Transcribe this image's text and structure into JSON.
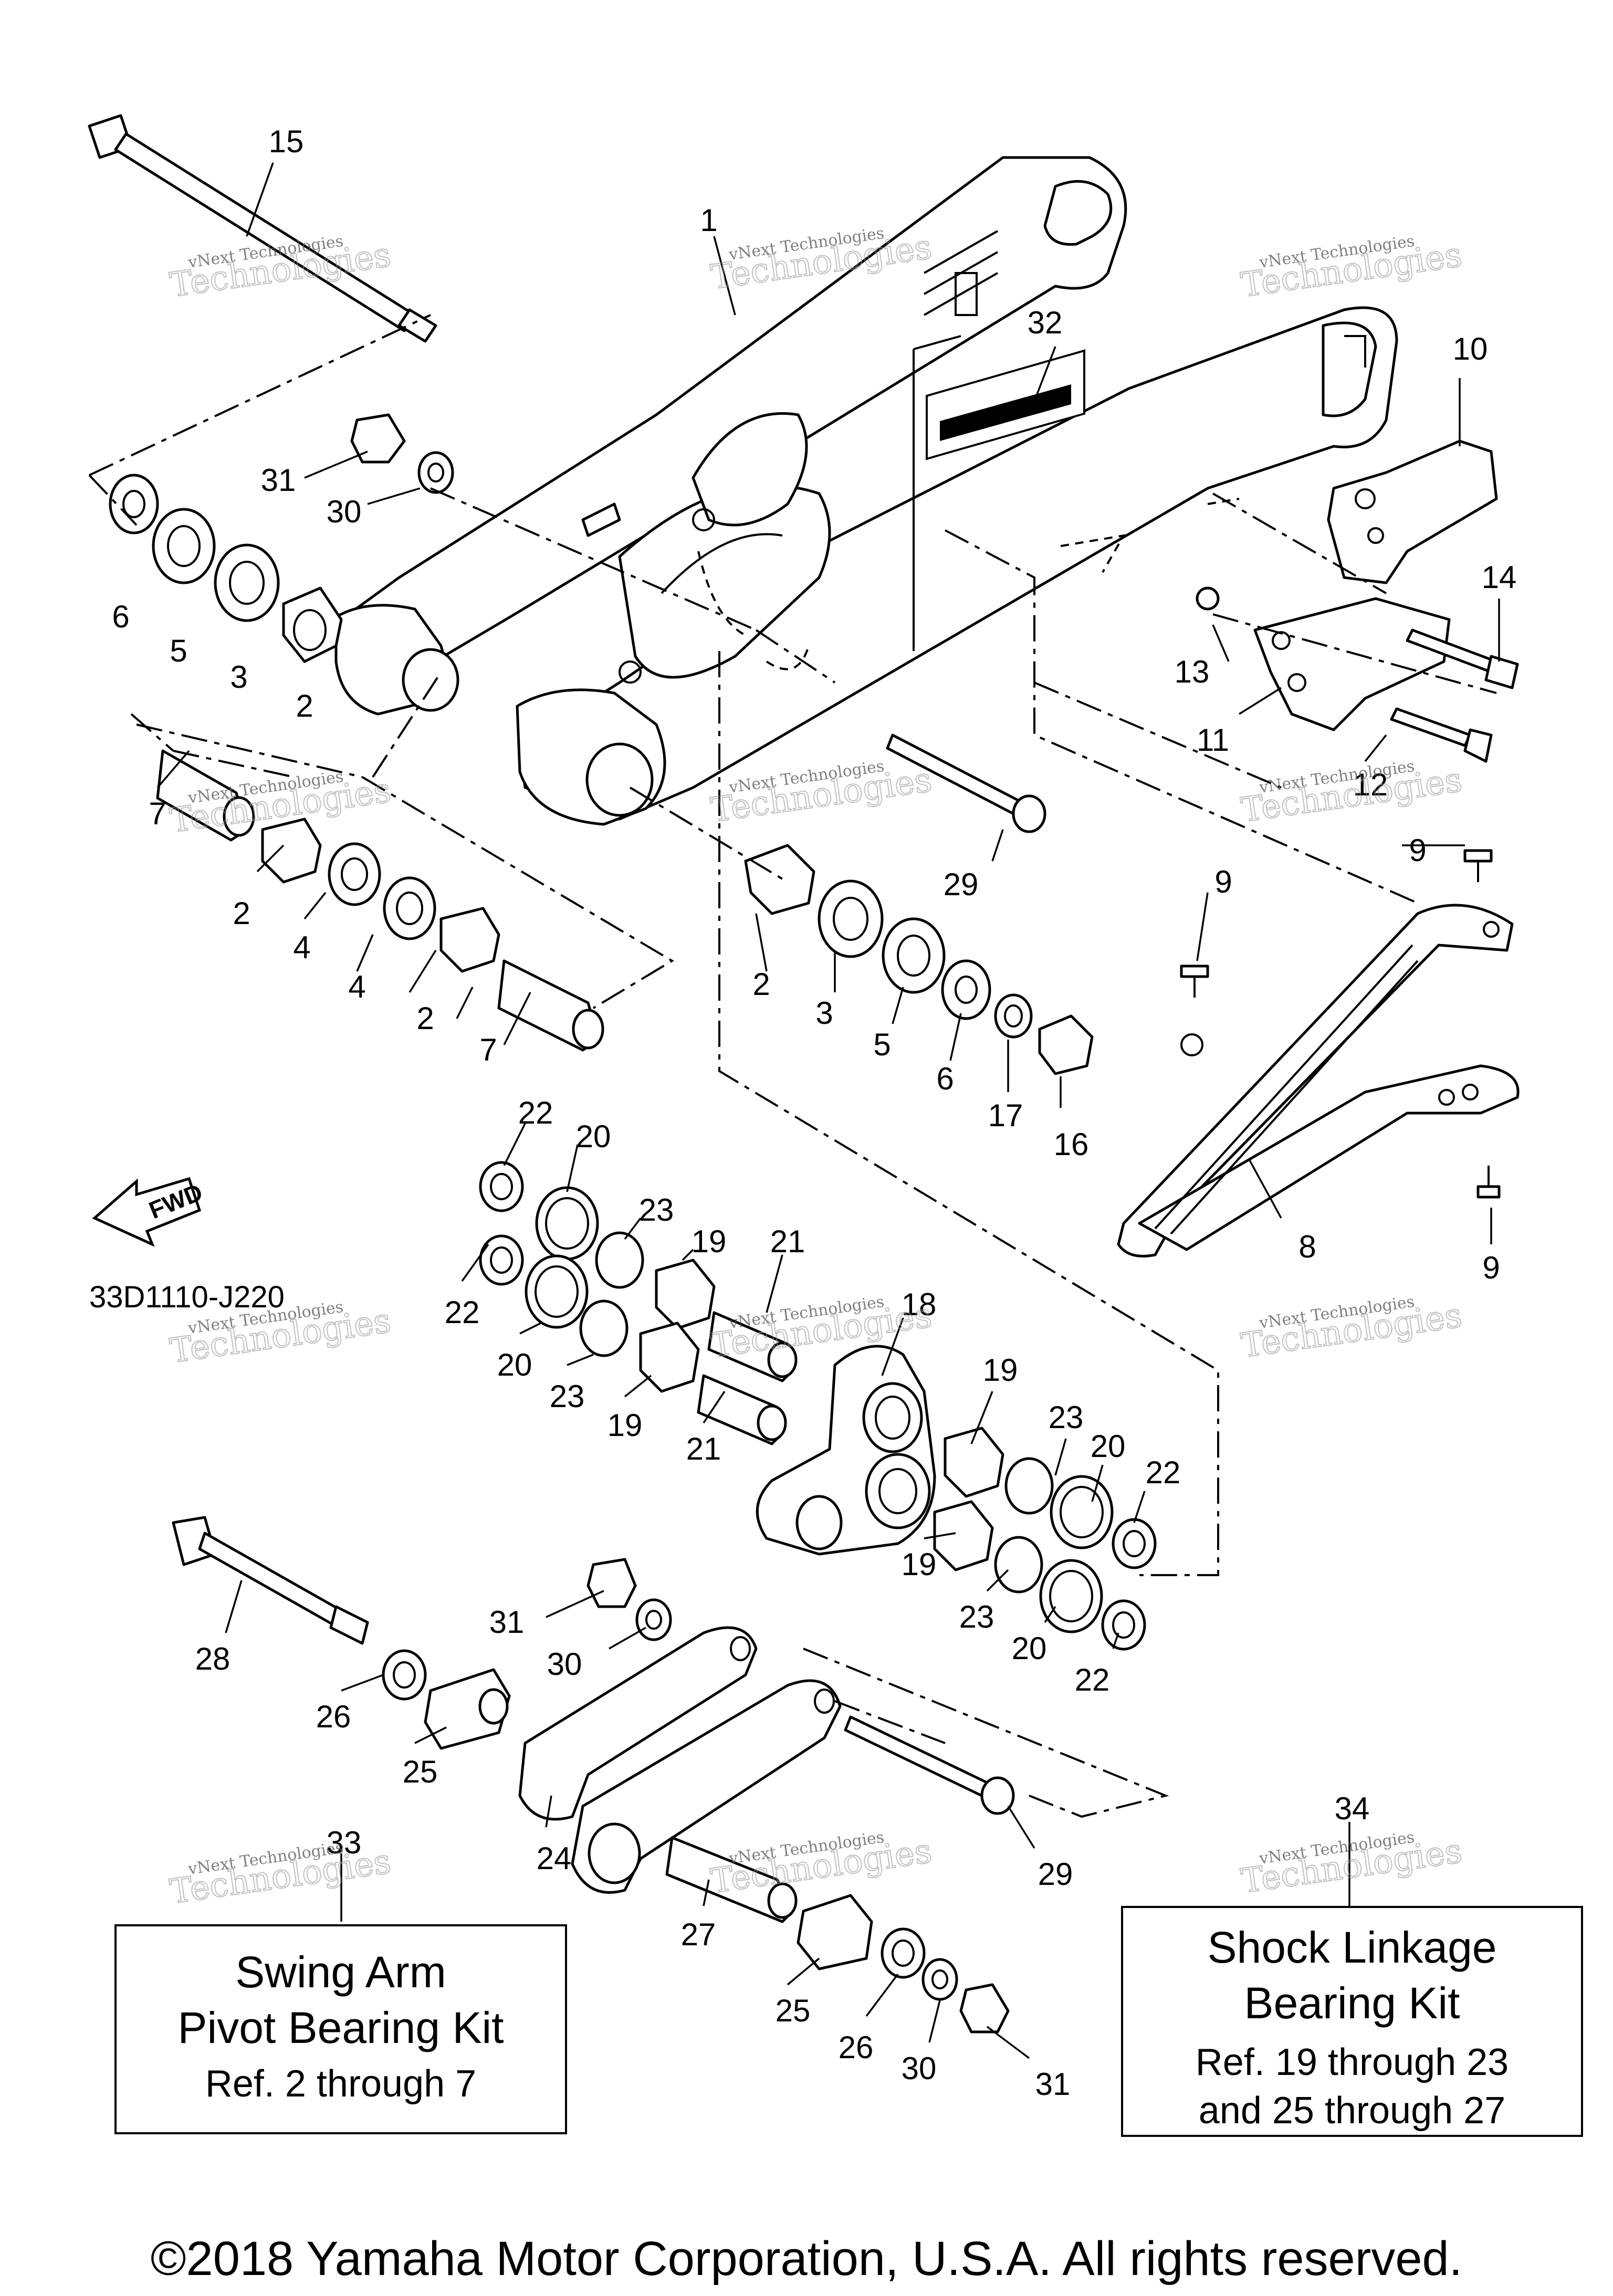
{
  "diagram_code": "33D1110-J220",
  "fwd_label": "FWD",
  "watermark": {
    "line1": "vNext Technologies",
    "line2": "Technologies"
  },
  "callouts": [
    "1",
    "2",
    "3",
    "4",
    "5",
    "6",
    "7",
    "8",
    "9",
    "10",
    "11",
    "12",
    "13",
    "14",
    "15",
    "16",
    "17",
    "18",
    "19",
    "20",
    "21",
    "22",
    "23",
    "24",
    "25",
    "26",
    "27",
    "28",
    "29",
    "30",
    "31",
    "32",
    "33",
    "34"
  ],
  "kits": {
    "swing_arm": {
      "ref": "33",
      "title_line1": "Swing Arm",
      "title_line2": "Pivot Bearing Kit",
      "subtitle": "Ref. 2 through 7"
    },
    "linkage": {
      "ref": "34",
      "title_line1": "Shock Linkage",
      "title_line2": "Bearing Kit",
      "subtitle_line1": "Ref. 19 through 23",
      "subtitle_line2": "and 25 through 27"
    }
  },
  "copyright": "©2018 Yamaha Motor Corporation, U.S.A. All rights reserved."
}
